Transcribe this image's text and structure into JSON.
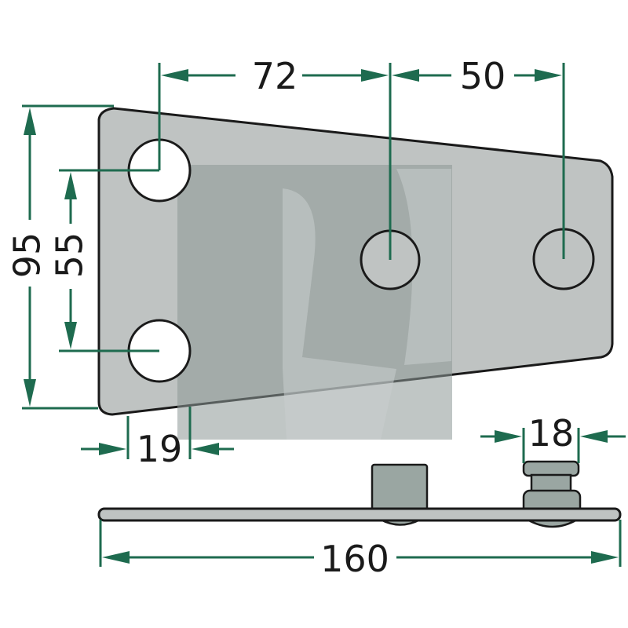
{
  "dimensions": {
    "hole_spacing_1": "72",
    "hole_spacing_2": "50",
    "plate_height": "95",
    "hole_pair_spacing": "55",
    "edge_offset": "19",
    "bolt_width": "18",
    "plate_length": "160"
  },
  "colors": {
    "dimension_lines": "#1e6b4f",
    "plate_fill": "#bfc3c2",
    "outline": "#1a1a1a"
  }
}
